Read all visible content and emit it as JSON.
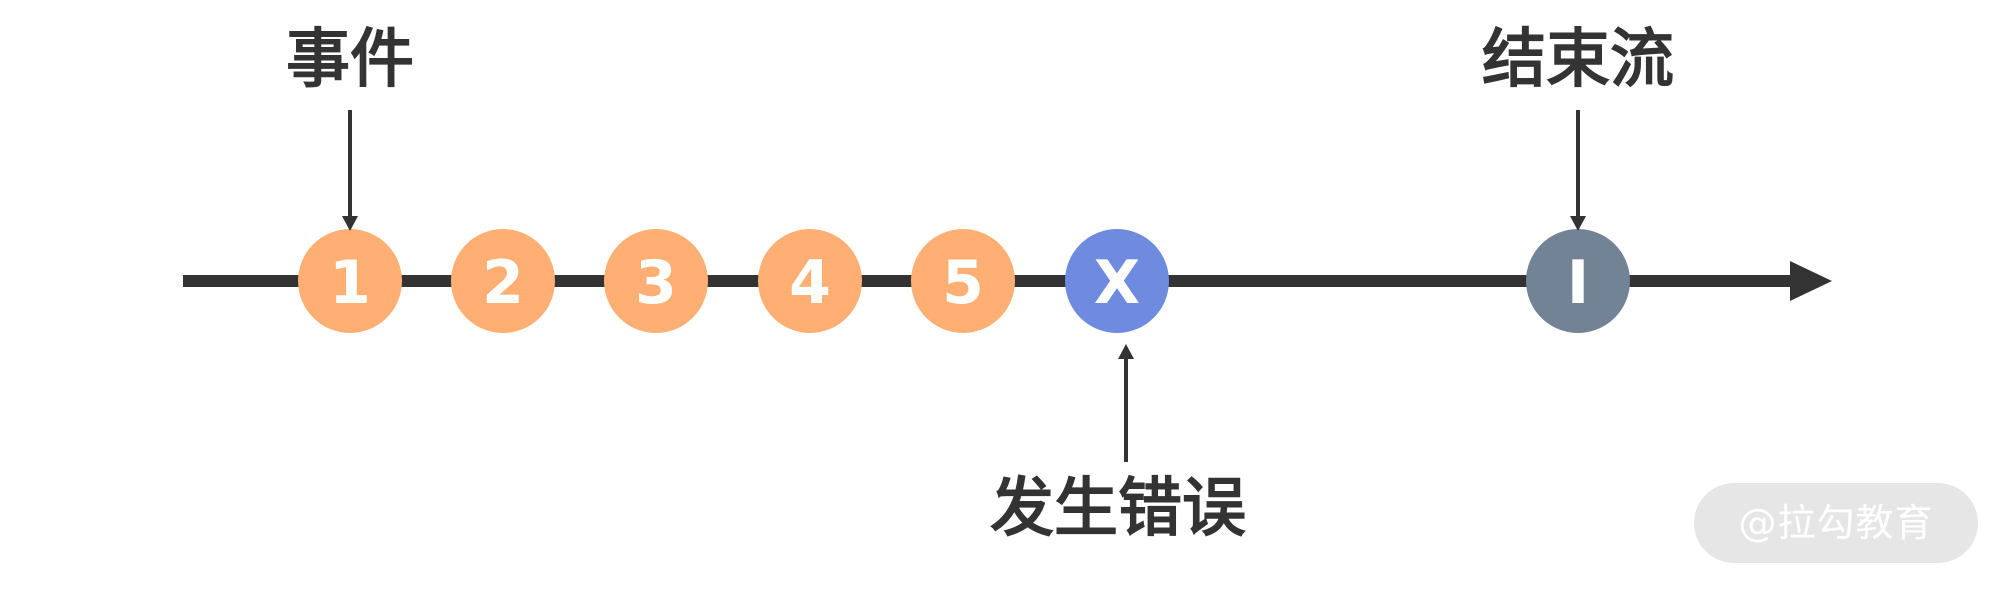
{
  "labels": {
    "event": "事件",
    "end_stream": "结束流",
    "error": "发生错误"
  },
  "marbles": [
    {
      "text": "1",
      "kind": "event"
    },
    {
      "text": "2",
      "kind": "event"
    },
    {
      "text": "3",
      "kind": "event"
    },
    {
      "text": "4",
      "kind": "event"
    },
    {
      "text": "5",
      "kind": "event"
    },
    {
      "text": "X",
      "kind": "error"
    },
    {
      "text": "I",
      "kind": "complete"
    }
  ],
  "colors": {
    "event": "#FFAF73",
    "error": "#6E8BE0",
    "complete": "#738396",
    "line": "#333333"
  },
  "watermark": "@拉勾教育"
}
